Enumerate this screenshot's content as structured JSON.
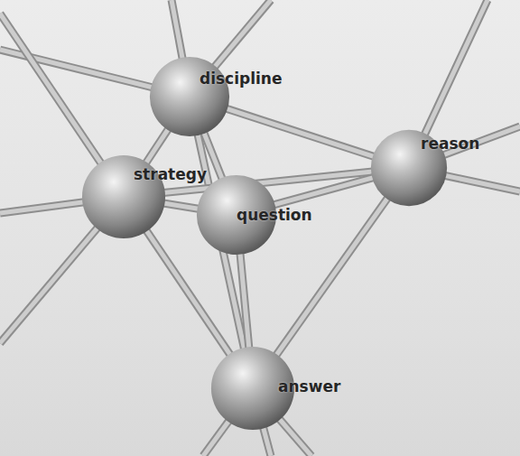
{
  "diagram": {
    "nodes": [
      {
        "text": [
          "discipline"
        ]
      },
      {
        "text": [
          "strategy"
        ]
      },
      {
        "text": [
          "question"
        ]
      },
      {
        "text": [
          "reason"
        ]
      },
      {
        "text": [
          "answer"
        ]
      }
    ],
    "edges": [
      {
        "from": 0,
        "to": 1,
        "arrow": "none"
      },
      {
        "from": 0,
        "to": 3,
        "arrow": "none"
      },
      {
        "from": 0,
        "to": 2,
        "arrow": "none"
      },
      {
        "from": 0,
        "to": 4,
        "arrow": "none"
      },
      {
        "from": 1,
        "to": 2,
        "arrow": "none"
      },
      {
        "from": 1,
        "to": 3,
        "arrow": "none"
      },
      {
        "from": 1,
        "to": 4,
        "arrow": "none"
      },
      {
        "from": 2,
        "to": 3,
        "arrow": "none"
      },
      {
        "from": 2,
        "to": 4,
        "arrow": "none"
      },
      {
        "from": 3,
        "to": 4,
        "arrow": "none"
      }
    ]
  }
}
